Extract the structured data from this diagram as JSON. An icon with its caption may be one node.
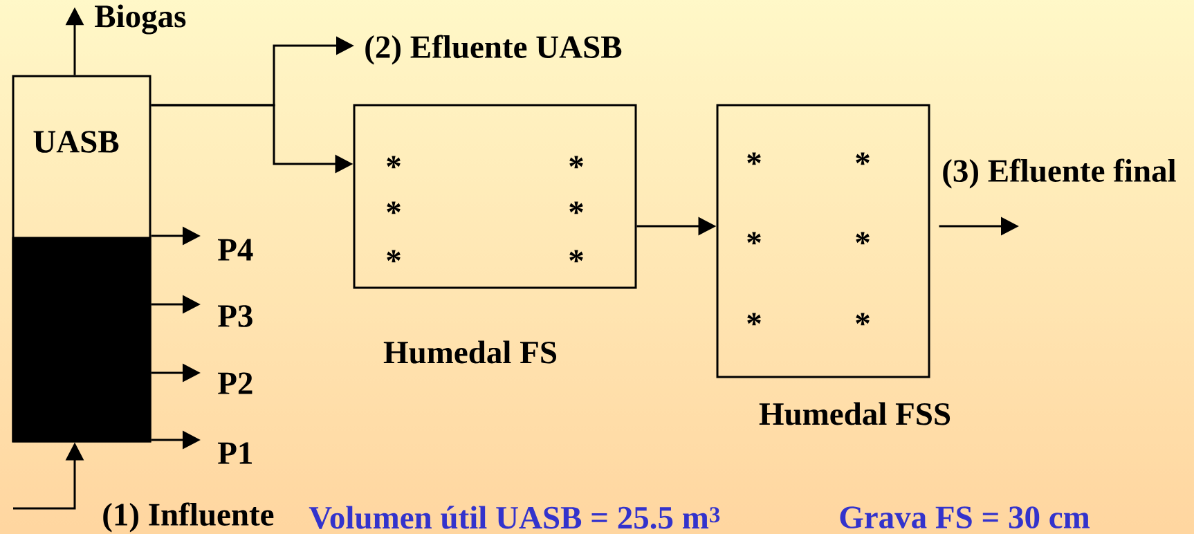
{
  "diagram": {
    "nodes": [
      {
        "text": [
          "UASB"
        ]
      },
      {
        "text": [
          "(2) Efluente UASB"
        ]
      },
      {
        "text": [
          "Humedal FS"
        ]
      },
      {
        "text": [
          "Humedal FSS"
        ]
      },
      {
        "text": [
          "P4"
        ]
      },
      {
        "text": [
          "P3"
        ]
      },
      {
        "text": [
          "P2"
        ]
      },
      {
        "text": [
          "P1"
        ]
      },
      {
        "text": [
          "Biogas"
        ]
      }
    ],
    "edges": [
      {
        "from": 0,
        "to": 1,
        "arrow": "to"
      },
      {
        "from": 0,
        "to": 2,
        "arrow": "to"
      },
      {
        "from": 2,
        "to": 3,
        "arrow": "to"
      },
      {
        "from": 3,
        "to": null,
        "arrow": "to"
      },
      {
        "from": 0,
        "to": 8,
        "arrow": "to"
      },
      {
        "from": 0,
        "to": 4,
        "arrow": "to"
      },
      {
        "from": 0,
        "to": 5,
        "arrow": "to"
      },
      {
        "from": 0,
        "to": 6,
        "arrow": "to"
      },
      {
        "from": 0,
        "to": 7,
        "arrow": "to"
      },
      {
        "from": null,
        "to": 0,
        "arrow": "to"
      }
    ],
    "labels": [
      "(3) Efluente final",
      "*",
      "*",
      "*",
      "*",
      "*",
      "*",
      "*",
      "*",
      "*",
      "*",
      "*",
      "*",
      "(1) Influente",
      "Volumen útil UASB = 25.5 m$^{3}$",
      "Grava FS = 30 cm"
    ]
  }
}
